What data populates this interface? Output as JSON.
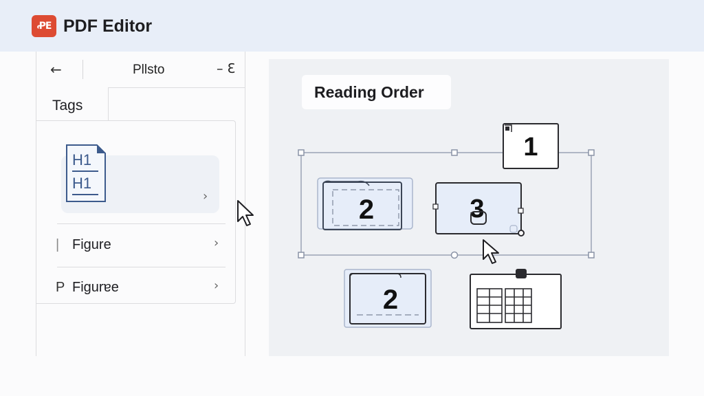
{
  "app": {
    "logo_text": "ꝒE",
    "title": "PDF Editor",
    "accent": "#dd4b33"
  },
  "panel": {
    "back_icon": "arrow-left-icon",
    "title": "Pllsto",
    "options_glyph": "– ℇ",
    "tab": "Tags",
    "doc_icon_lines": [
      "H1",
      "H1"
    ],
    "rows": [
      {
        "marker": "|",
        "label": "Figure"
      },
      {
        "marker": "P",
        "label": "Figurɐe"
      }
    ]
  },
  "canvas": {
    "title": "Reading Order",
    "blocks": [
      {
        "name": "order-1-block",
        "number": "1"
      },
      {
        "name": "order-2-block",
        "number": "2"
      },
      {
        "name": "order-3-block",
        "number": "3"
      },
      {
        "name": "order-2-block-lower",
        "number": "2"
      },
      {
        "name": "table-block",
        "icon": "table-icon"
      }
    ],
    "colors": {
      "selection": "#9aa3b5",
      "block_fill": "#e6edf9",
      "block_border": "#5e6a80"
    }
  }
}
